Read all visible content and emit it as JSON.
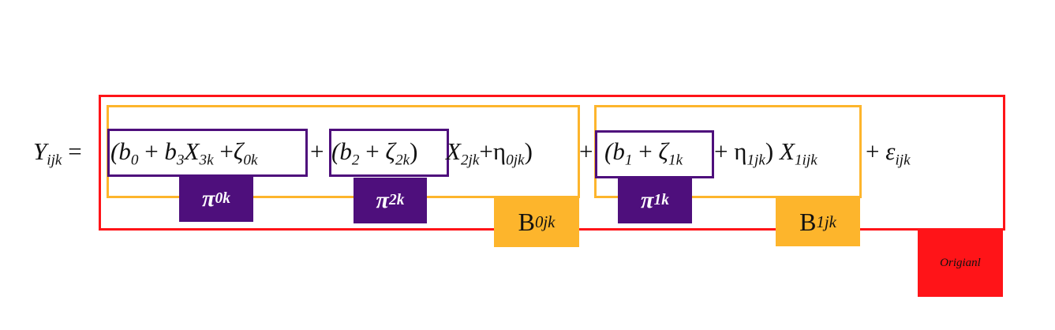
{
  "colors": {
    "red": "#ff1418",
    "orange": "#fdb52c",
    "purple": "#4e0f7c"
  },
  "equation": {
    "segments": [
      [
        {
          "t": "Y",
          "s": "ijk"
        },
        {
          "t": " = ",
          "u": true
        }
      ],
      [
        {
          "t": "(b",
          "s": "0"
        },
        {
          "t": " + ",
          "u": true
        },
        {
          "t": "b",
          "s": "3"
        },
        {
          "t": "X",
          "s": "3k"
        },
        {
          "t": " +",
          "u": true
        },
        {
          "t": "ζ",
          "s": "0k"
        }
      ],
      [
        {
          "t": "+",
          "u": true
        }
      ],
      [
        {
          "t": "(b",
          "s": "2"
        },
        {
          "t": " + ",
          "u": true
        },
        {
          "t": "ζ",
          "s": "2k"
        },
        {
          "t": ")",
          "u": true
        }
      ],
      [
        {
          "t": "X",
          "s": "2jk"
        },
        {
          "t": "+η",
          "u": true
        },
        {
          "t": "",
          "s": "0jk"
        },
        {
          "t": ")",
          "u": true
        }
      ],
      [
        {
          "t": "+",
          "u": true
        }
      ],
      [
        {
          "t": "(b",
          "s": "1"
        },
        {
          "t": " + ",
          "u": true
        },
        {
          "t": "ζ",
          "s": "1k"
        }
      ],
      [
        {
          "t": "+ η",
          "u": true
        },
        {
          "t": "",
          "s": "1jk"
        },
        {
          "t": ") ",
          "u": true
        },
        {
          "t": "X",
          "s": "1ijk"
        }
      ],
      [
        {
          "t": "+ ",
          "u": true
        },
        {
          "t": "ε",
          "s": "ijk"
        }
      ]
    ]
  },
  "labels": {
    "pi0": {
      "base": "π",
      "sub": "0k"
    },
    "pi2": {
      "base": "π",
      "sub": "2k"
    },
    "pi1": {
      "base": "π",
      "sub": "1k"
    },
    "b0": {
      "base": "B",
      "sub": "0jk"
    },
    "b1": {
      "base": "B",
      "sub": "1jk"
    },
    "original": "Origianl"
  }
}
